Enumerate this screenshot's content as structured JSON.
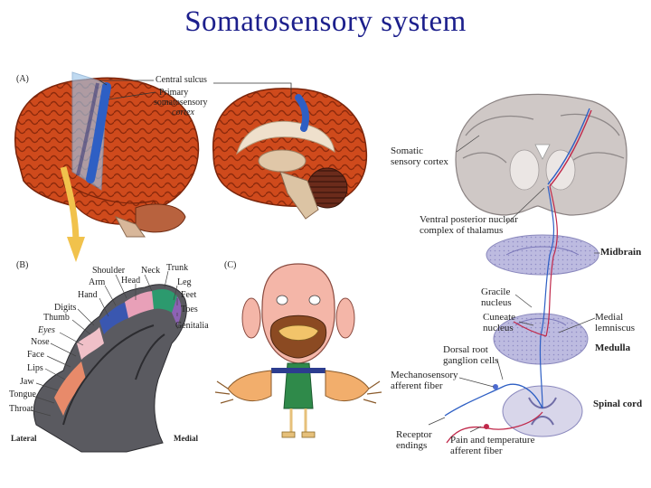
{
  "title": "Somatosensory system",
  "panels": {
    "a": "(A)",
    "b": "(B)",
    "c": "(C)"
  },
  "panel_a_labels": {
    "central_sulcus": "Central sulcus",
    "primary": "Primary",
    "cortex_line1": "somatosensory",
    "cortex_line2": "cortex"
  },
  "homunculus_labels": {
    "shoulder": "Shoulder",
    "neck": "Neck",
    "trunk": "Trunk",
    "arm": "Arm",
    "head": "Head",
    "leg": "Leg",
    "hand": "Hand",
    "feet": "Feet",
    "digits": "Digits",
    "toes": "Toes",
    "thumb": "Thumb",
    "genitalia": "Genitalia",
    "eyes": "Eyes",
    "nose": "Nose",
    "face": "Face",
    "lips": "Lips",
    "jaw": "Jaw",
    "tongue": "Tongue",
    "throat": "Throat",
    "lateral": "Lateral",
    "medial": "Medial"
  },
  "pathway_labels": {
    "somatic_1": "Somatic",
    "somatic_2": "sensory cortex",
    "vpn_1": "Ventral posterior nuclear",
    "vpn_2": "complex of thalamus",
    "midbrain": "Midbrain",
    "gracile_1": "Gracile",
    "gracile_2": "nucleus",
    "cuneate_1": "Cuneate",
    "cuneate_2": "nucleus",
    "medial_lem_1": "Medial",
    "medial_lem_2": "lemniscus",
    "medulla": "Medulla",
    "drg_1": "Dorsal root",
    "drg_2": "ganglion cells",
    "mech_1": "Mechanosensory",
    "mech_2": "afferent fiber",
    "spinal_cord": "Spinal cord",
    "receptor_1": "Receptor",
    "receptor_2": "endings",
    "pain_1": "Pain and temperature",
    "pain_2": "afferent fiber"
  },
  "colors": {
    "title": "#1c1f8c",
    "brain": "#c9461a",
    "cortex_band": "#2e5fc4",
    "tissue": "#cfc8c6",
    "slice": "#b7b6dc",
    "pathway_red": "#c0284a"
  }
}
